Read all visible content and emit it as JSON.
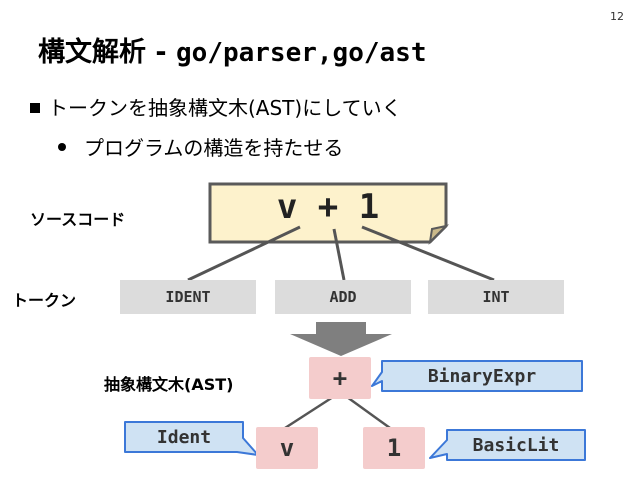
{
  "page": {
    "number": "12"
  },
  "title": {
    "jp": "構文解析 - ",
    "code": "go/parser,go/ast"
  },
  "bullets": {
    "level1": "トークンを抽象構文木(AST)にしていく",
    "level2": "プログラムの構造を持たせる"
  },
  "diagram": {
    "source_label": "ソースコード",
    "source_code": "v + 1",
    "token_label": "トークン",
    "tokens": [
      "IDENT",
      "ADD",
      "INT"
    ],
    "ast_label": "抽象構文木(AST)",
    "nodes": {
      "root": "+",
      "left": "v",
      "right": "1"
    },
    "callouts": {
      "root": "BinaryExpr",
      "left": "Ident",
      "right": "BasicLit"
    }
  },
  "colors": {
    "source_box_fill": "#fdf2cc",
    "source_box_border": "#5a5a5a",
    "token_fill": "#dcdcdc",
    "node_fill": "#f4cccc",
    "callout_fill": "#cfe2f3",
    "callout_border": "#3c78d8",
    "arrow_fill": "#7f7f7f"
  }
}
